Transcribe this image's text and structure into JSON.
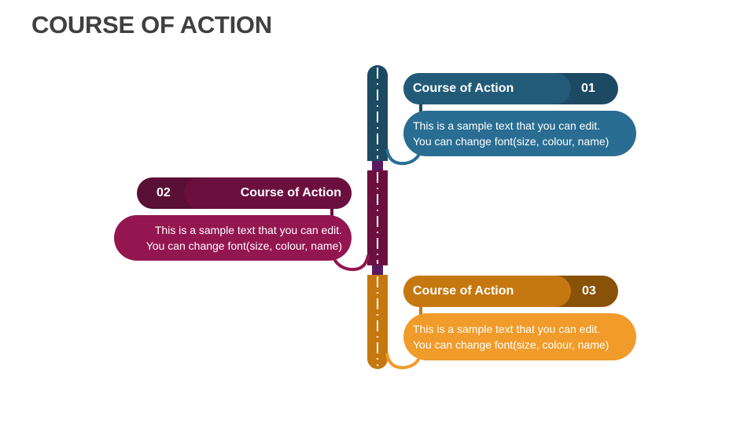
{
  "slide": {
    "title": "COURSE OF ACTION"
  },
  "colors": {
    "step1_dark": "#1d4a63",
    "step1_mid": "#225b78",
    "step1_light": "#2a6d92",
    "step2_dark": "#5a0f36",
    "step2_mid": "#6b103e",
    "step2_light": "#941651",
    "step2_joint": "#5a1a5e",
    "step3_dark": "#8a5208",
    "step3_mid": "#c67810",
    "step3_light": "#f09b2a"
  },
  "steps": [
    {
      "number": "01",
      "heading": "Course of Action",
      "text_line1": "This is a sample text that you can edit.",
      "text_line2": "You can change font(size, colour, name)",
      "side": "right"
    },
    {
      "number": "02",
      "heading": "Course of Action",
      "text_line1": "This is a sample text that you can edit.",
      "text_line2": "You can change font(size, colour, name)",
      "side": "left"
    },
    {
      "number": "03",
      "heading": "Course of Action",
      "text_line1": "This is a sample text that you can edit.",
      "text_line2": "You can change font(size, colour, name)",
      "side": "right"
    }
  ]
}
